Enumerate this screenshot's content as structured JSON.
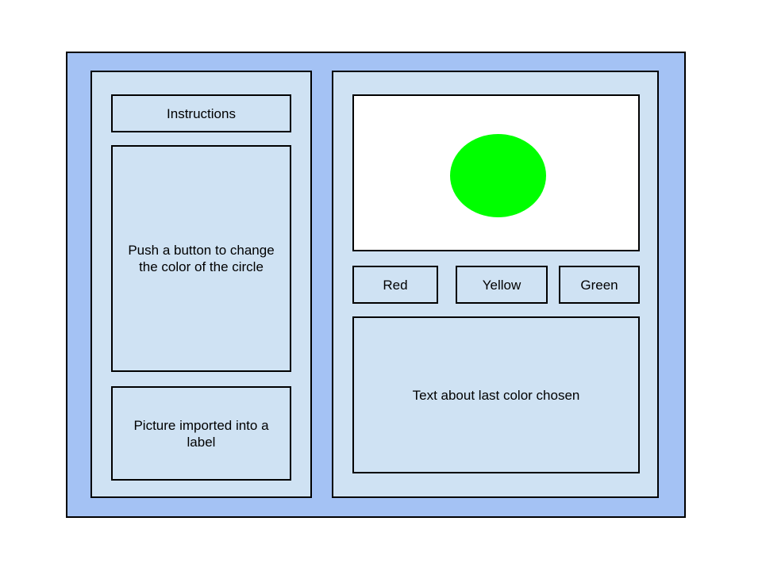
{
  "left_panel": {
    "instructions_label": "Instructions",
    "instructions_text": "Push a button to change the color of the circle",
    "picture_label": "Picture imported into a label"
  },
  "right_panel": {
    "circle_color": "#00ff00",
    "buttons": [
      {
        "label": "Red"
      },
      {
        "label": "Yellow"
      },
      {
        "label": "Green"
      }
    ],
    "status_text": "Text about last color chosen"
  },
  "colors": {
    "window": "#a4c2f4",
    "panel": "#cfe2f3"
  }
}
